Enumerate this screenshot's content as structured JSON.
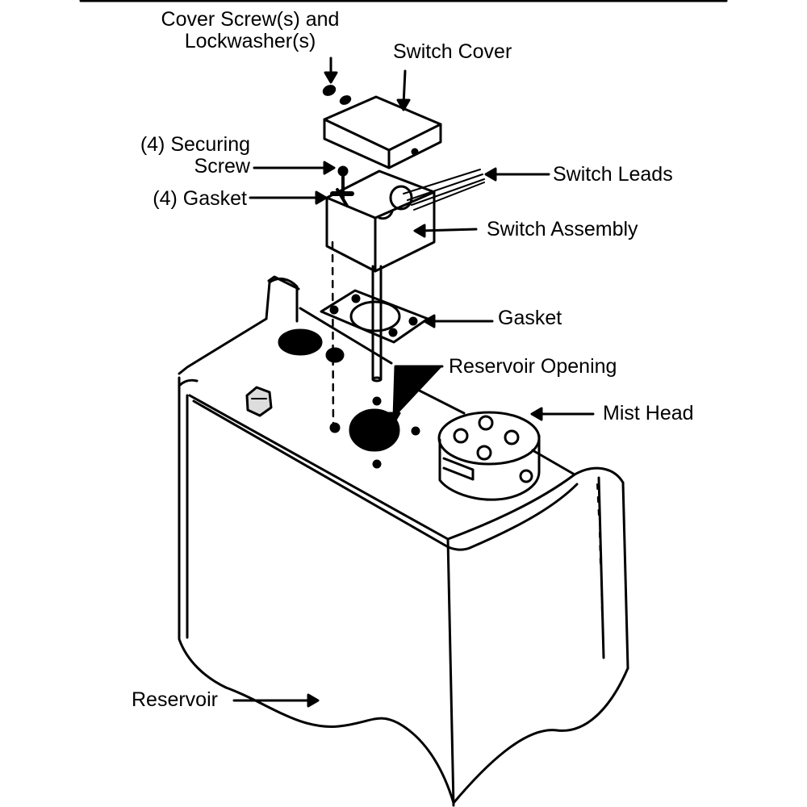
{
  "labels": {
    "cover_screws_line1": "Cover Screw(s) and",
    "cover_screws_line2": "Lockwasher(s)",
    "switch_cover": "Switch Cover",
    "securing_screw_line1": "(4) Securing",
    "securing_screw_line2": "Screw",
    "switch_leads": "Switch Leads",
    "gasket_small": "(4) Gasket",
    "switch_assembly": "Switch Assembly",
    "gasket": "Gasket",
    "reservoir_opening": "Reservoir Opening",
    "mist_head": "Mist Head",
    "reservoir": "Reservoir"
  },
  "colors": {
    "ink": "#000000",
    "paper": "#ffffff"
  }
}
